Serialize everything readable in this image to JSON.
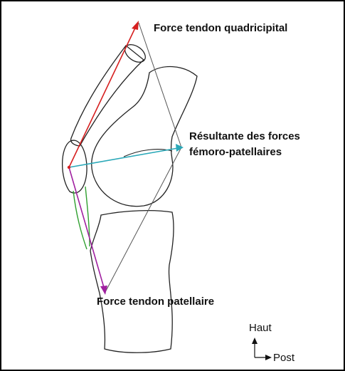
{
  "labels": {
    "quadriceps_force": "Force tendon quadricipital",
    "resultant_line1": "Résultante des forces",
    "resultant_line2": "fémoro-patellaires",
    "patellar_force": "Force tendon patellaire"
  },
  "orientation": {
    "up": "Haut",
    "right": "Post"
  },
  "colors": {
    "quadriceps_vector": "#d62020",
    "patellar_vector": "#a020a0",
    "resultant_vector": "#2aa8b8",
    "ligament": "#30a030",
    "outline": "#222222",
    "construction": "#555555"
  }
}
